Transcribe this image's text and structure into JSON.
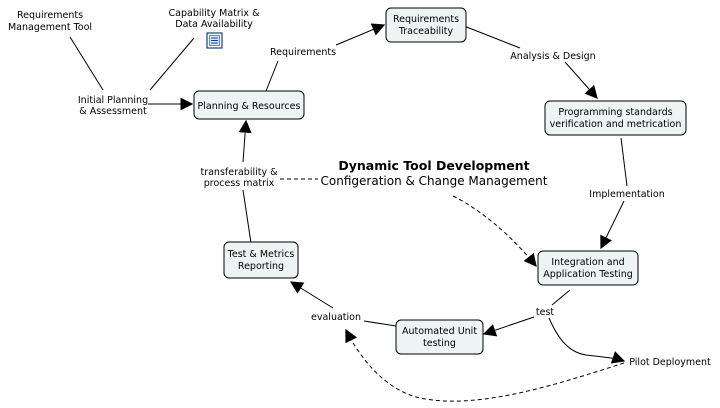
{
  "title": "Dynamic Tool Development",
  "subtitle": "Configeration & Change Management",
  "nodes": {
    "planning": "Planning & Resources",
    "traceability": [
      "Requirements",
      "Traceability"
    ],
    "programming": [
      "Programming standards",
      "verification and metrication"
    ],
    "integration": [
      "Integration and",
      "Application Testing"
    ],
    "unit": [
      "Automated Unit",
      "testing"
    ],
    "test_metrics": [
      "Test & Metrics",
      "Reporting"
    ]
  },
  "labels": {
    "req_tool": [
      "Requirements",
      "Management Tool"
    ],
    "capability": [
      "Capability Matrix &",
      "Data Availability"
    ],
    "initial": [
      "Initial Planning",
      "& Assessment"
    ],
    "requirements": "Requirements",
    "analysis": "Analysis & Design",
    "implementation": "Implementation",
    "test": "test",
    "pilot": "Pilot Deployment",
    "evaluation": "evaluation",
    "transferability": [
      "transferability &",
      "process matrix"
    ]
  },
  "icons": {
    "capability_doc": "document-icon"
  },
  "colors": {
    "node_fill": "#eef3f4",
    "stroke": "#000000"
  }
}
